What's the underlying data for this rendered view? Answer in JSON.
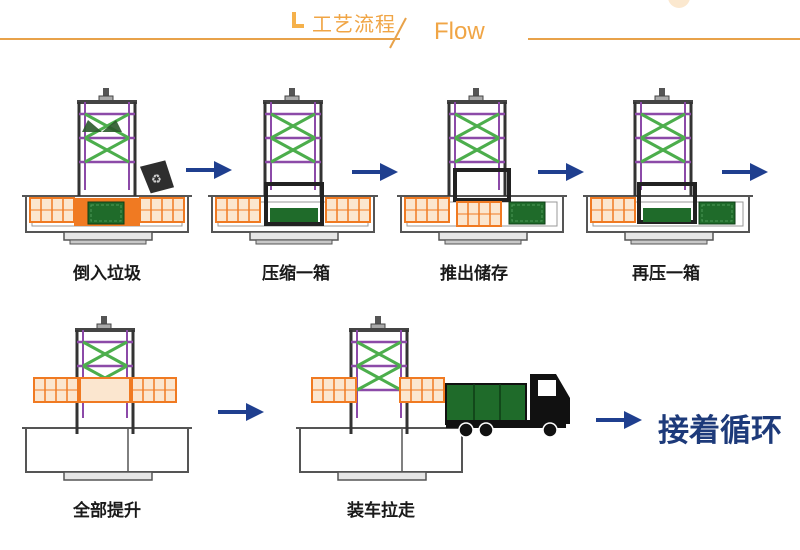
{
  "header": {
    "title_cn": "工艺流程",
    "title_en": "Flow"
  },
  "steps": [
    {
      "label": "倒入垃圾"
    },
    {
      "label": "压缩一箱"
    },
    {
      "label": "推出储存"
    },
    {
      "label": "再压一箱"
    },
    {
      "label": "全部提升"
    },
    {
      "label": "装车拉走"
    }
  ],
  "final_label": "接着循环",
  "colors": {
    "accent": "#f0a545",
    "frame_purple": "#8c4aa8",
    "brace_green": "#4cae4c",
    "container_orange": "#f07a22",
    "waste_green": "#1f6b2a",
    "arrow_blue": "#1f3f8f",
    "pit_gray": "#7a7a7a",
    "truck_black": "#111111"
  },
  "icons": [
    "recycle-bin-icon",
    "arrow-right-icon",
    "garbage-truck-icon"
  ]
}
